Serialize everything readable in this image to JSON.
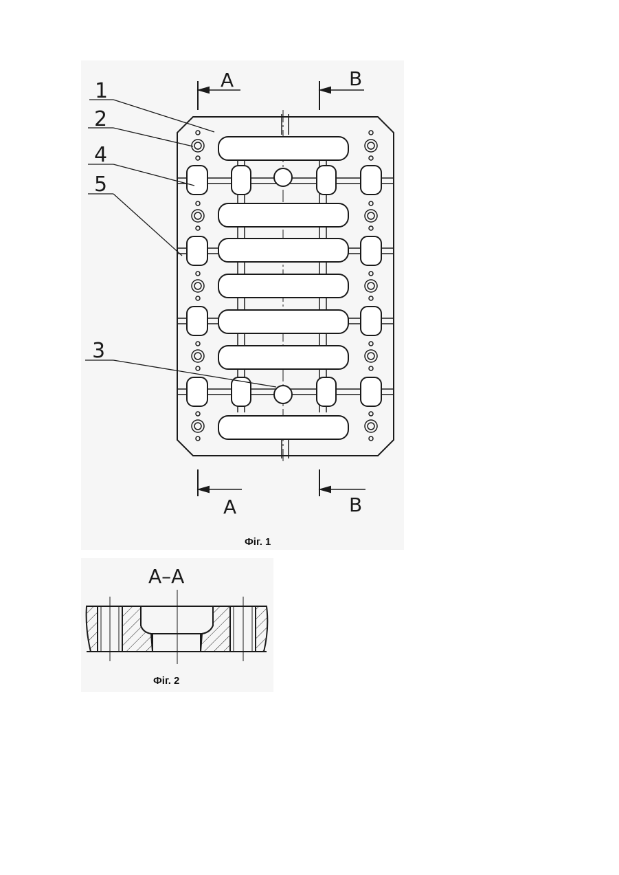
{
  "figure1": {
    "callouts": [
      "1",
      "2",
      "4",
      "5",
      "3"
    ],
    "section_marks": {
      "a": "A",
      "b": "B"
    },
    "caption": "Фіг. 1"
  },
  "figure2": {
    "section_title": "A–A",
    "caption": "Фіг. 2"
  }
}
